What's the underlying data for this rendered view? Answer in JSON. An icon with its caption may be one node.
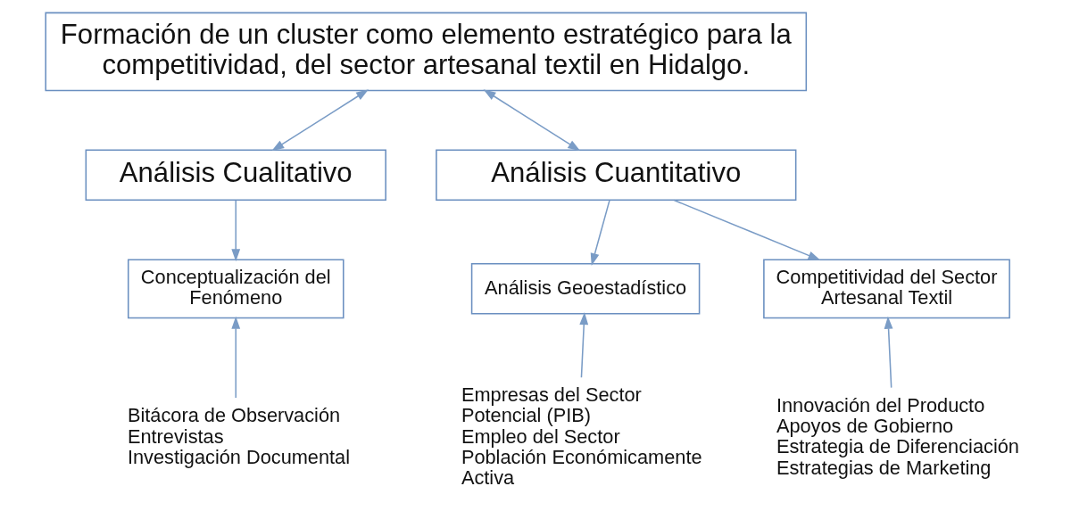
{
  "diagram": {
    "nodes": [
      {
        "text": [
          "Formación de un cluster como elemento estratégico para la competitividad, del sector artesanal textil en Hidalgo."
        ]
      },
      {
        "text": [
          "Análisis Cualitativo"
        ]
      },
      {
        "text": [
          "Análisis Cuantitativo"
        ]
      },
      {
        "text": [
          "Conceptualización del Fenómeno"
        ]
      },
      {
        "text": [
          "Análisis Geoestadístico"
        ]
      },
      {
        "text": [
          "Competitividad del Sector Artesanal Textil"
        ]
      },
      {
        "text": [
          "Bitácora de Observación",
          "Entrevistas",
          "Investigación Documental"
        ]
      },
      {
        "text": [
          "Empresas del Sector",
          "Potencial (PIB)",
          "Empleo del Sector",
          "Población Económicamente Activa"
        ]
      },
      {
        "text": [
          "Innovación del Producto",
          "Apoyos de Gobierno",
          "Estrategia de Diferenciación",
          "Estrategias de Marketing"
        ]
      }
    ],
    "edges": [
      {
        "from": 0,
        "to": 1,
        "arrow": "both"
      },
      {
        "from": 0,
        "to": 2,
        "arrow": "both"
      },
      {
        "from": 1,
        "to": 3,
        "arrow": "to"
      },
      {
        "from": 2,
        "to": 4,
        "arrow": "to"
      },
      {
        "from": 2,
        "to": 5,
        "arrow": "to"
      },
      {
        "from": 6,
        "to": 3,
        "arrow": "to"
      },
      {
        "from": 7,
        "to": 4,
        "arrow": "to"
      },
      {
        "from": 8,
        "to": 5,
        "arrow": "to"
      }
    ]
  }
}
